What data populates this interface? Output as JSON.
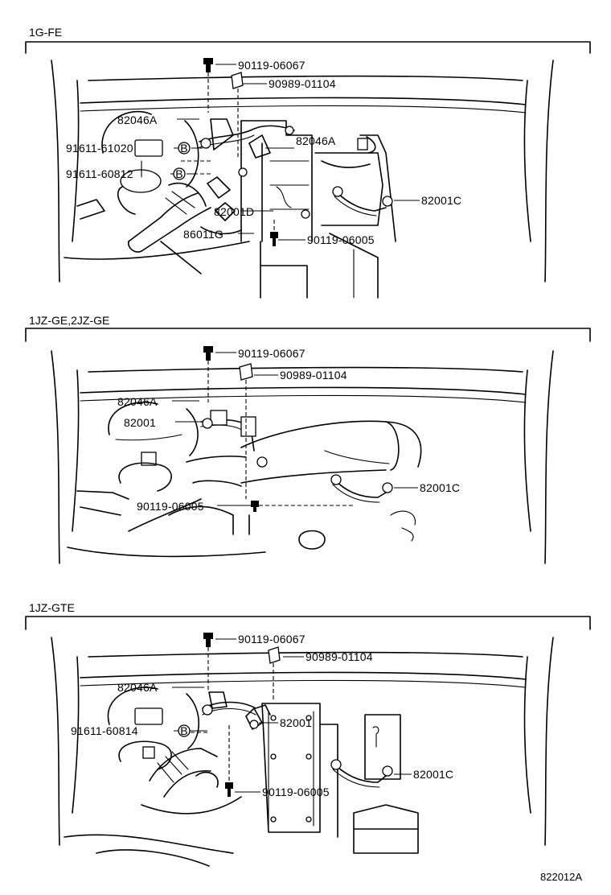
{
  "panels": [
    {
      "engine": "1G-FE",
      "labels": [
        "90119-06067",
        "90989-01104",
        "82046A",
        "91611-61020",
        "82046A",
        "91611-60812",
        "82001C",
        "82001D",
        "86011G",
        "90119-06005"
      ],
      "circle_marks": [
        "B",
        "B"
      ]
    },
    {
      "engine": "1JZ-GE,2JZ-GE",
      "labels": [
        "90119-06067",
        "90989-01104",
        "82046A",
        "82001",
        "82001C",
        "90119-06005"
      ]
    },
    {
      "engine": "1JZ-GTE",
      "labels": [
        "90119-06067",
        "90989-01104",
        "82046A",
        "82001",
        "91611-60814",
        "82001C",
        "90119-06005"
      ],
      "circle_marks": [
        "B"
      ]
    }
  ],
  "footer": {
    "code": "822012A"
  }
}
